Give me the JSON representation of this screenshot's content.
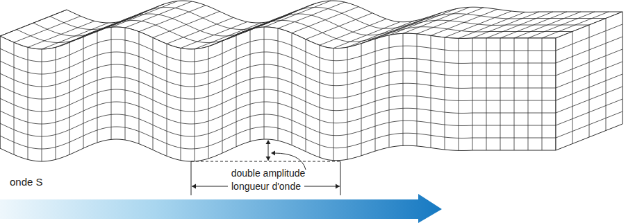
{
  "diagram": {
    "labels": [
      "onde S",
      "double amplitude",
      "longueur d'onde"
    ]
  }
}
